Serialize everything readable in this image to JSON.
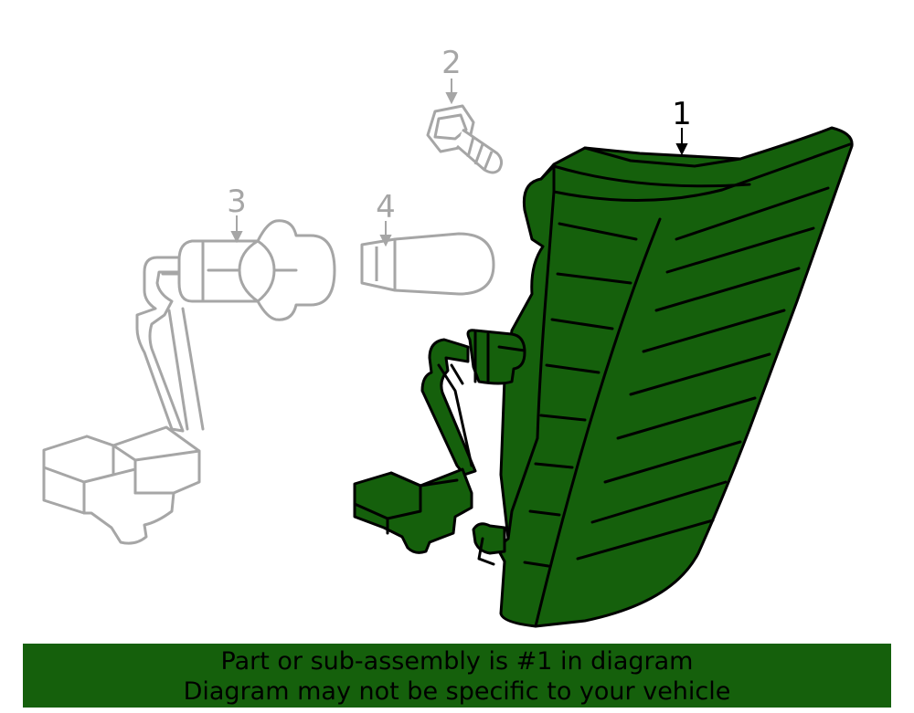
{
  "callouts": {
    "part_1": "1",
    "part_2": "2",
    "part_3": "3",
    "part_4": "4"
  },
  "colors": {
    "highlight_fill": "#15600c",
    "outline": "#000000",
    "ghost_outline": "#a6a6a6"
  },
  "banner": {
    "line1": "Part or sub-assembly is #1 in diagram",
    "line2": "Diagram may not be specific to your vehicle"
  }
}
